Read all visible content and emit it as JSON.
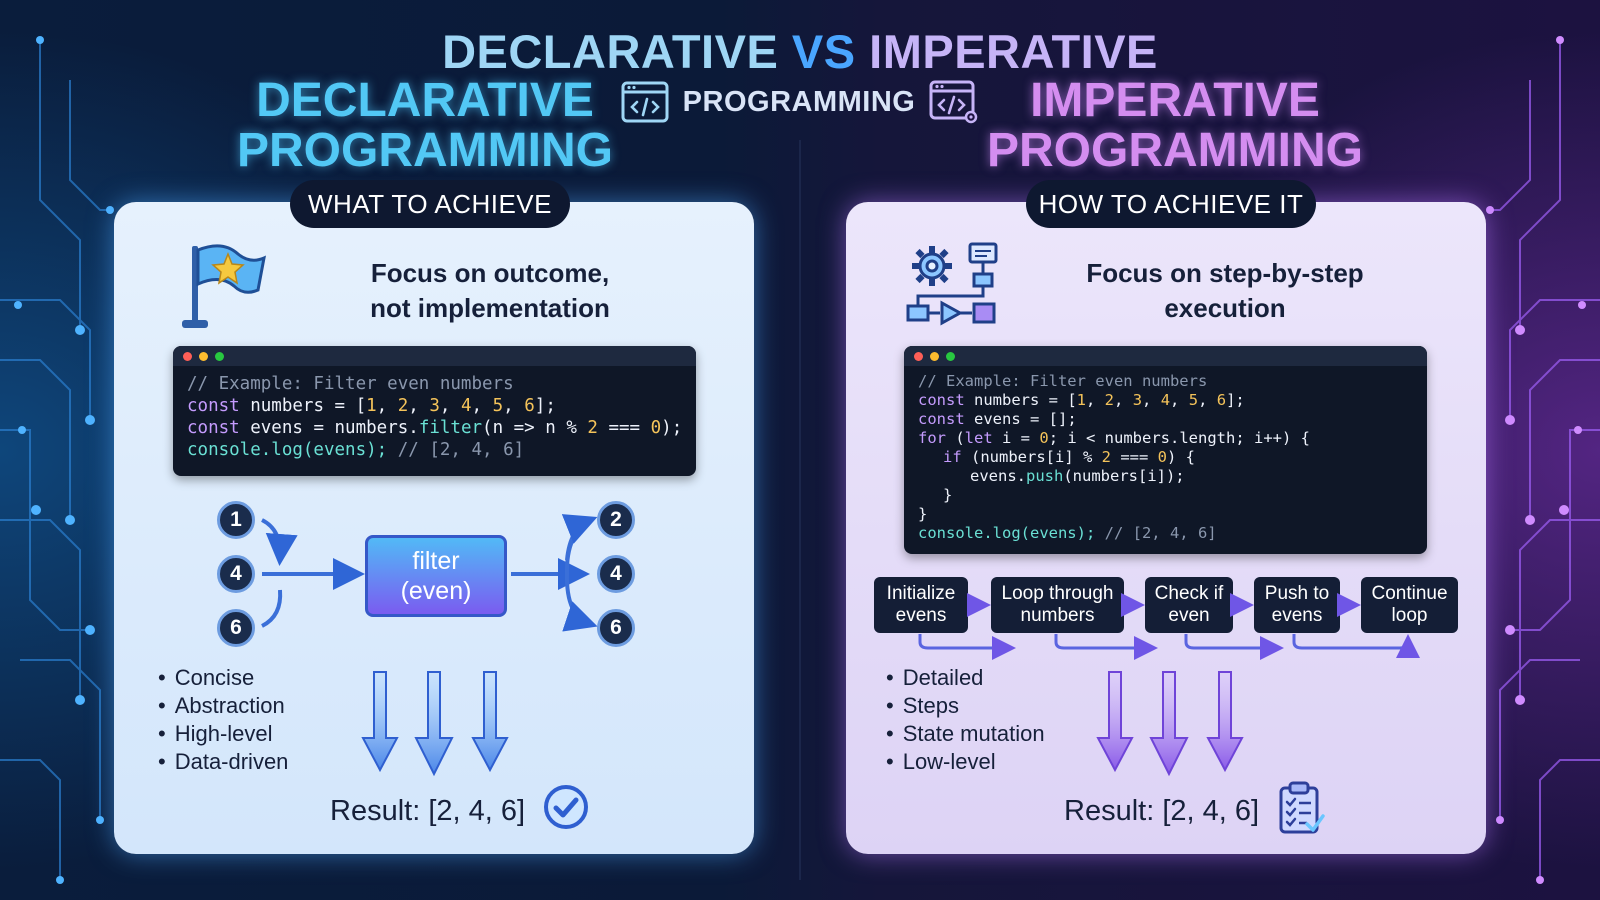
{
  "header": {
    "title_part1": "DECLARATIVE",
    "title_vs": "VS",
    "title_part2": "IMPERATIVE",
    "subtitle": "PROGRAMMING"
  },
  "left": {
    "title_line1": "DECLARATIVE",
    "title_line2": "PROGRAMMING",
    "pill": "WHAT TO ACHIEVE",
    "focus_line1": "Focus on outcome,",
    "focus_line2": "not implementation",
    "code": {
      "comment": "// Example: Filter even numbers",
      "kw_const": "const",
      "var_numbers": " numbers = [",
      "n1": "1",
      "n2": "2",
      "n3": "3",
      "n4": "4",
      "n5": "5",
      "n6": "6",
      "sep": ", ",
      "close": "];",
      "var_evens": " evens = numbers.",
      "fn_filter": "filter",
      "filter_args_a": "(n => n % ",
      "filter_args_b": " === ",
      "filter_args_c": ");",
      "zero": "0",
      "log_call": "console.log(evens);",
      "log_comment": " // [2, 4, 6]"
    },
    "inputs": [
      "1",
      "4",
      "6"
    ],
    "outputs": [
      "2",
      "4",
      "6"
    ],
    "filter_line1": "filter",
    "filter_line2": "(even)",
    "bullets": [
      "Concise",
      "Abstraction",
      "High-level",
      "Data-driven"
    ],
    "result": "Result: [2, 4, 6]"
  },
  "right": {
    "title_line1": "IMPERATIVE",
    "title_line2": "PROGRAMMING",
    "pill": "HOW TO ACHIEVE IT",
    "focus_line1": "Focus on step-by-step",
    "focus_line2": "execution",
    "code": {
      "comment": "// Example: Filter even numbers",
      "kw_const": "const",
      "var_numbers": " numbers = [",
      "n1": "1",
      "n2": "2",
      "n3": "3",
      "n4": "4",
      "n5": "5",
      "n6": "6",
      "sep": ", ",
      "close": "];",
      "evens_init": " evens = [];",
      "kw_for": "for",
      "kw_let": "let",
      "for_a": " (",
      "for_b": " i = ",
      "for_c": "; i < numbers.length; i++) {",
      "zero": "0",
      "two": "2",
      "kw_if": "if",
      "if_a": " (numbers[i] % ",
      "if_b": " === ",
      "if_c": ") {",
      "push_a": "evens.",
      "fn_push": "push",
      "push_b": "(numbers[i]);",
      "brace": "}",
      "log_call": "console.log(evens);",
      "log_comment": " // [2, 4, 6]"
    },
    "steps": [
      {
        "line1": "Initialize",
        "line2": "evens"
      },
      {
        "line1": "Loop through",
        "line2": "numbers"
      },
      {
        "line1": "Check if",
        "line2": "even"
      },
      {
        "line1": "Push to",
        "line2": "evens"
      },
      {
        "line1": "Continue",
        "line2": "loop"
      }
    ],
    "bullets": [
      "Detailed",
      "Steps",
      "State mutation",
      "Low-level"
    ],
    "result": "Result: [2, 4, 6]"
  },
  "icons": {
    "left_title_icon": "code-window-icon",
    "right_title_icon": "code-window-gear-icon",
    "left_focus_icon": "star-flag-icon",
    "right_focus_icon": "gear-flowchart-icon",
    "left_result_icon": "check-circle-icon",
    "right_result_icon": "checklist-clipboard-icon"
  },
  "colors": {
    "declarative_accent": "#52c8f5",
    "imperative_accent": "#d48df0",
    "left_arrows": "#5aa6f0",
    "right_arrows": "#9a6cf0"
  }
}
